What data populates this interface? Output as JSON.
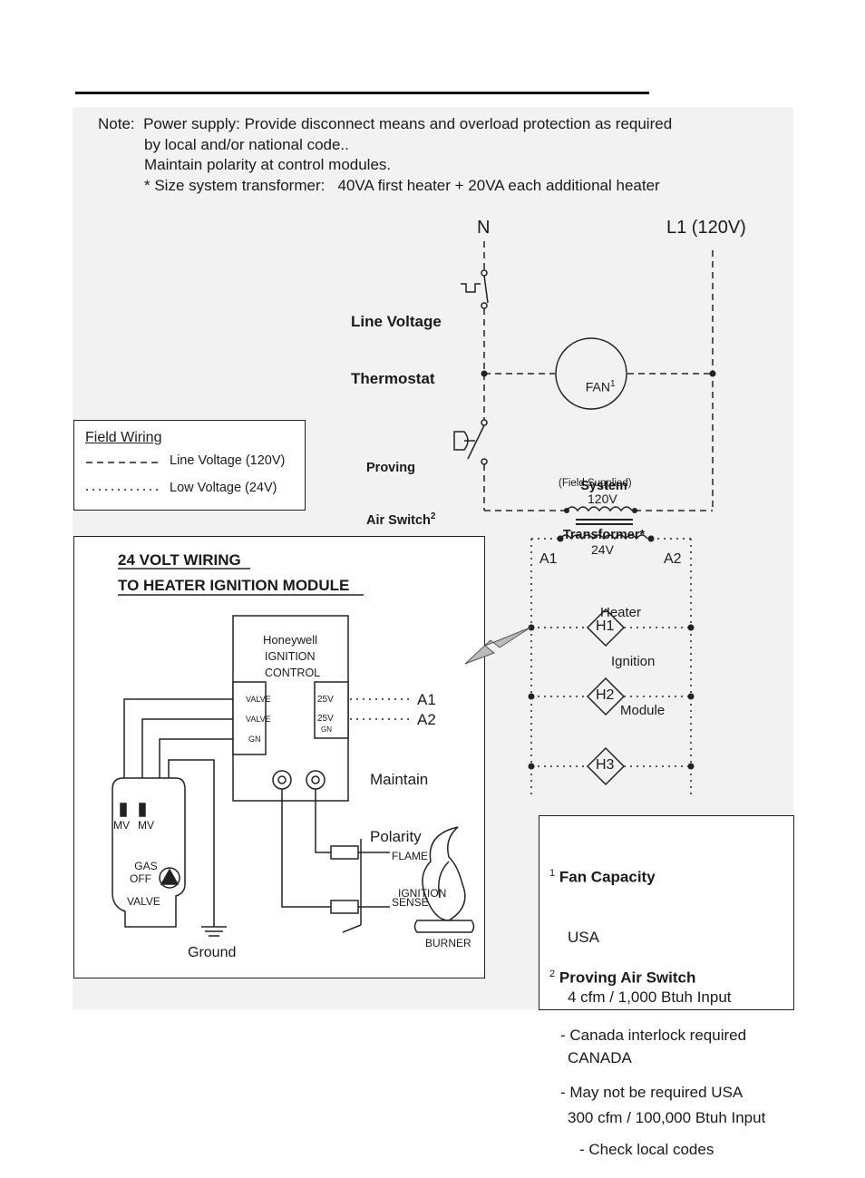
{
  "notes": {
    "label": "Note:",
    "line1": "Power supply: Provide disconnect means and overload protection as required",
    "line2": "by local and/or national code..",
    "line3": "Maintain polarity at control modules.",
    "line4": "* Size system transformer:   40VA first heater + 20VA each additional heater"
  },
  "supply": {
    "neutral": "N",
    "line": "L1 (120V)"
  },
  "thermostat": {
    "line1": "Line Voltage",
    "line2": "Thermostat"
  },
  "fan": {
    "label": "FAN",
    "sup": "1"
  },
  "air_switch": {
    "line1": "Proving",
    "line2": "Air Switch",
    "sup": "2"
  },
  "transformer": {
    "line1": "System",
    "line2": "Transformer",
    "star": "*",
    "sub": "(Field Supplied)",
    "primary": "120V",
    "secondary": "24V"
  },
  "legend": {
    "title": "Field Wiring",
    "line_voltage": "Line Voltage (120V)",
    "low_voltage": "Low Voltage (24V)"
  },
  "module_ladder": {
    "a1": "A1",
    "a2": "A2",
    "caption1": "Heater",
    "caption2": "Ignition",
    "caption3": "Module",
    "heaters": [
      "H1",
      "H2",
      "H3"
    ]
  },
  "detail": {
    "title1": "24 VOLT WIRING",
    "title2": "TO HEATER IGNITION MODULE",
    "brand": "Honeywell",
    "control1": "IGNITION",
    "control2": "CONTROL",
    "term_valve1": "VALVE",
    "term_valve2": "VALVE",
    "term_gn": "GN",
    "term_25v_1": "25V",
    "term_25v_2": "25V",
    "term_gn2": "GN",
    "a1": "A1",
    "a2": "A2",
    "polarity1": "Maintain",
    "polarity2": "Polarity",
    "mv1": "MV",
    "mv2": "MV",
    "gas1": "GAS",
    "gas2": "VALVE",
    "off": "OFF",
    "flame1": "FLAME",
    "flame2": "SENSE",
    "ignition": "IGNITION",
    "burner": "BURNER",
    "ground": "Ground"
  },
  "footnotes": {
    "fan_sup": "1",
    "fan_title": "Fan Capacity",
    "usa": "USA",
    "usa_value": "4 cfm / 1,000 Btuh Input",
    "canada": "CANADA",
    "canada_value": "300 cfm / 100,000 Btuh Input",
    "pas_sup": "2",
    "pas_title": "Proving Air Switch",
    "pas1": "- Canada interlock required",
    "pas2": "- May not be required USA",
    "pas3": "- Check local codes"
  }
}
